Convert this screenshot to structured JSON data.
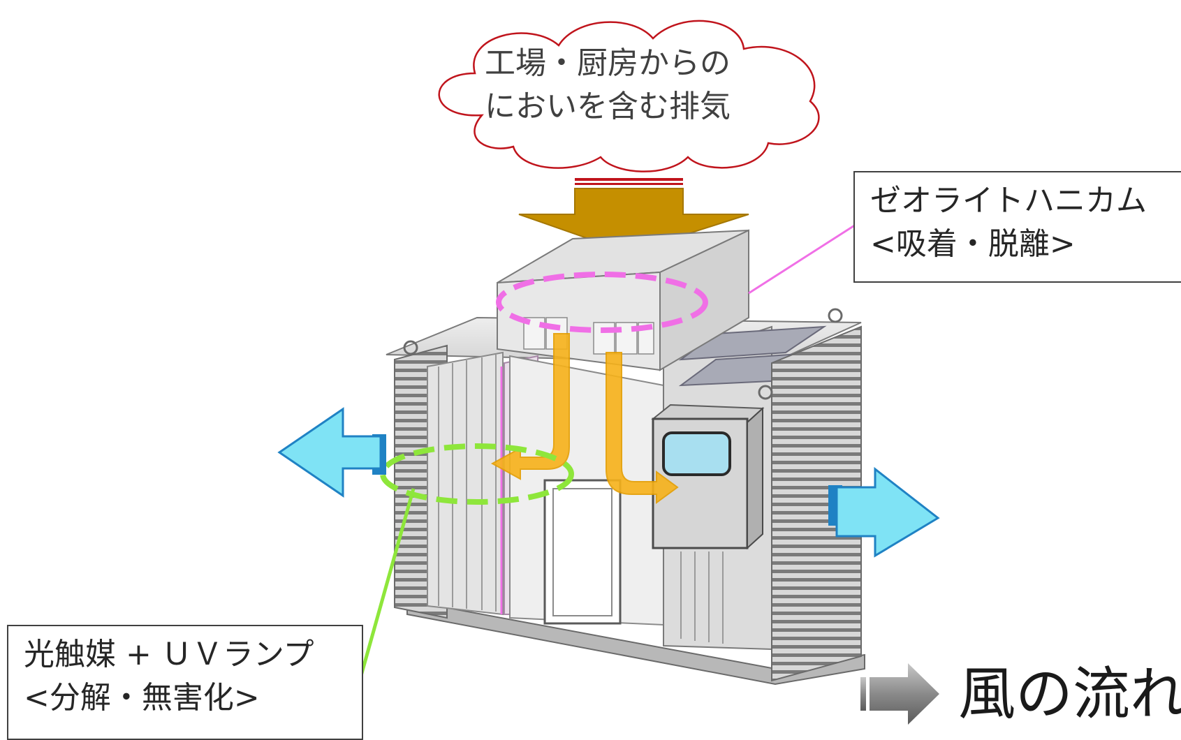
{
  "cloud": {
    "line1": "工場・厨房からの",
    "line2": "においを含む排気"
  },
  "zeolite_label": {
    "line1": "ゼオライトハニカム",
    "line2": "<吸着・脱離>"
  },
  "photocatalyst_label": {
    "line1": "光触媒 + ＵＶランプ",
    "line2": "<分解・無害化>"
  },
  "legend": {
    "text": "風の流れ",
    "icon": "arrow-right-icon"
  },
  "colors": {
    "cloud_outline": "#c0141c",
    "intake_arrow": "#c58f00",
    "internal_flow": "#f7b21a",
    "exhaust_arrow": "#7fe3f5",
    "zeolite_marker": "#f06fe6",
    "photocatalyst_marker": "#8ee63b"
  }
}
